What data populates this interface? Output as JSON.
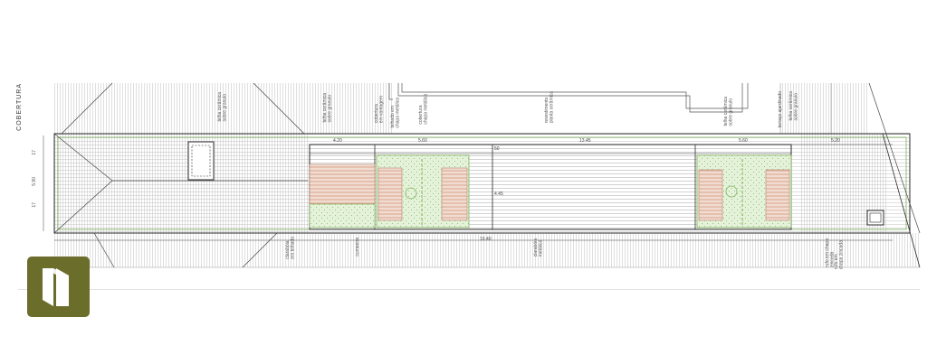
{
  "sheet": {
    "title": "COBERTURA"
  },
  "colors": {
    "line": "#2b2b2b",
    "hatch": "#c9c9c9",
    "green_outline": "#7fb35a",
    "green_fill": "#dff0d3",
    "terracotta": "#d9a48b",
    "logo": "#6b6d2b"
  },
  "dimensions": {
    "top": [
      "4.20",
      "5.60",
      "13.45",
      "5.60",
      "5.20"
    ],
    "top_small": [
      "50"
    ],
    "left": [
      "17",
      "5.90",
      "17"
    ],
    "inner": [
      "4.45"
    ],
    "bottom": [
      "10.40"
    ]
  },
  "annotations_top": [
    "telha cerâmica\nsobre granulo",
    "cobertura\nem vantagem",
    "telhado em\nchapa metálica",
    "cobertura\nchapa metálica",
    "revestimento\nplanta cerâmica",
    "telha cerâmica\nsobre granulo",
    "telha cerâmica\nsobre granulo",
    "terraço ajardinado",
    "telha cerâmica\nsobre granulo"
  ],
  "annotations_bottom": [
    "clarabóia\nem telhado",
    "cumeeira",
    "clarabóia\nmetálica",
    "rufo em chapa\nzincada",
    "rufo em\nchapa zincada"
  ],
  "logo": {
    "name": "logo"
  }
}
